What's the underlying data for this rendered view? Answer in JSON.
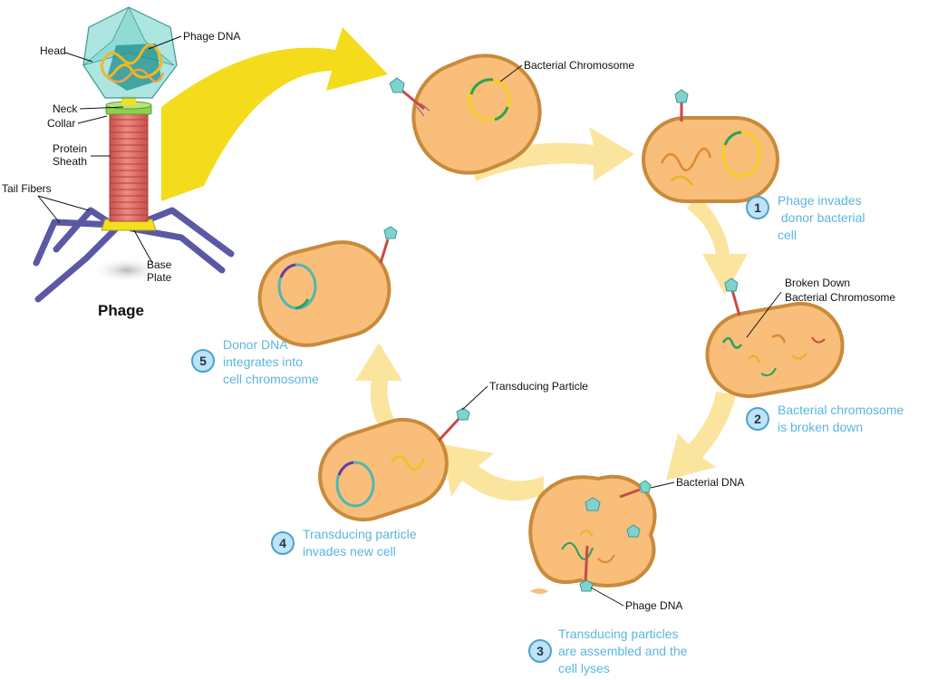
{
  "colors": {
    "cell_fill": "#f8be7a",
    "cell_stroke": "#c98a3a",
    "cycle_arrow": "#fbe59e",
    "big_arrow": "#f4dc1c",
    "step_text": "#5bb6de",
    "badge_fill": "#bfe3f4",
    "badge_stroke": "#4aa3cf",
    "sheath": "#e06f68",
    "tail_fiber": "#5b58a4",
    "head": "#7fd3cc",
    "collar": "#8fd14f",
    "base_plate": "#f2df1f"
  },
  "phage_anatomy": {
    "title": "Phage",
    "labels": {
      "head": "Head",
      "phage_dna": "Phage DNA",
      "neck": "Neck",
      "collar": "Collar",
      "sheath_line1": "Protein",
      "sheath_line2": "Sheath",
      "tail_fibers": "Tail Fibers",
      "base_plate_line1": "Base",
      "base_plate_line2": "Plate"
    }
  },
  "callouts": {
    "bacterial_chromosome": "Bacterial Chromosome",
    "broken_line1": "Broken Down",
    "broken_line2": "Bacterial Chromosome",
    "bacterial_dna": "Bacterial DNA",
    "phage_dna": "Phage DNA",
    "transducing_particle": "Transducing Particle"
  },
  "steps": [
    {
      "number": "1",
      "lines": [
        "Phage invades",
        " donor bacterial",
        "cell"
      ]
    },
    {
      "number": "2",
      "lines": [
        "Bacterial chromosome",
        "is broken down"
      ]
    },
    {
      "number": "3",
      "lines": [
        "Transducing particles",
        "are assembled and the",
        "cell lyses"
      ]
    },
    {
      "number": "4",
      "lines": [
        "Transducing particle",
        "invades new cell"
      ]
    },
    {
      "number": "5",
      "lines": [
        "Donor DNA",
        "integrates into",
        "cell chromosome"
      ]
    }
  ]
}
